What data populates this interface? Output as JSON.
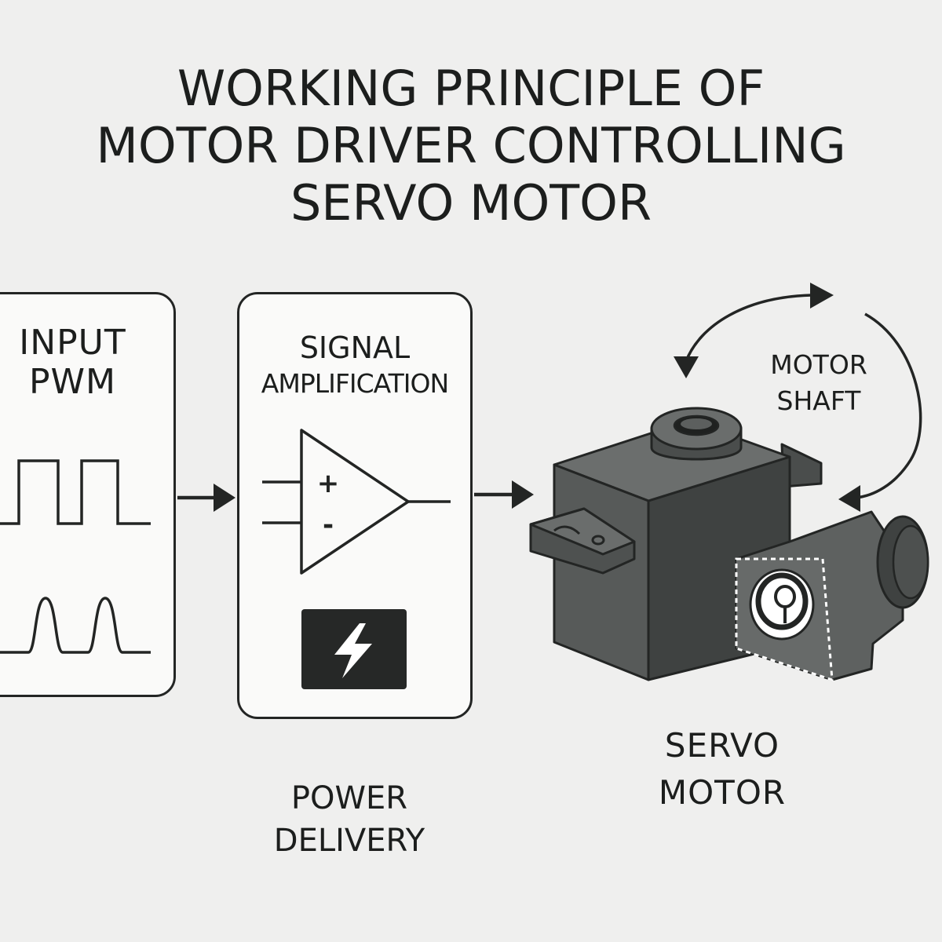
{
  "title": {
    "line1": "WORKING PRINCIPLE OF",
    "line2": "MOTOR DRIVER CONTROLLING",
    "line3": "SERVO MOTOR"
  },
  "input_block": {
    "line1": "INPUT",
    "line2": "PWM",
    "waveform_icons": [
      "square-wave-icon",
      "pulse-wave-icon"
    ]
  },
  "amplifier_block": {
    "line1": "SIGNAL",
    "line2": "AMPLIFICATION",
    "op_amp_plus": "+",
    "op_amp_minus": "-",
    "icons": [
      "op-amp-icon",
      "lightning-bolt-icon"
    ]
  },
  "power_label": {
    "line1": "POWER",
    "line2": "DELIVERY"
  },
  "shaft_label": {
    "line1": "MOTOR",
    "line2": "SHAFT"
  },
  "servo_label": {
    "line1": "SERVO",
    "line2": "MOTOR"
  },
  "colors": {
    "background": "#efefee",
    "stroke": "#232524",
    "box_fill": "#fafaf9",
    "servo_body": "#5c5f5e",
    "servo_dark": "#3e4140",
    "power_icon_fill": "#262827"
  }
}
